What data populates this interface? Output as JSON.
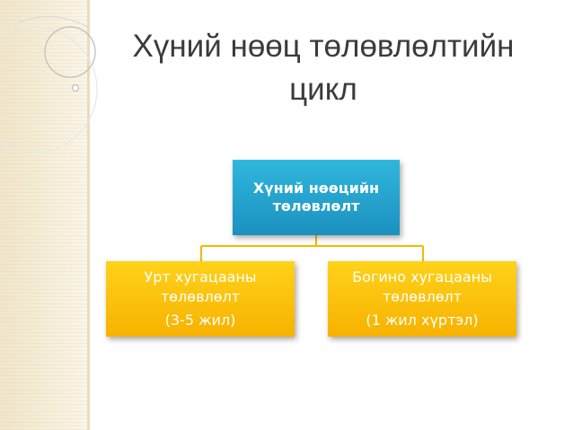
{
  "title": {
    "line1": "Хүний нөөц төлөвлөлтийн",
    "line2": "цикл"
  },
  "diagram": {
    "root": {
      "line1": "Хүний нөөцийн",
      "line2": "төлөвлөлт"
    },
    "children": [
      {
        "line1": "Урт хугацааны",
        "line2": "төлөвлөлт",
        "line3": "(3-5 жил)"
      },
      {
        "line1": "Богино хугацааны",
        "line2": "төлөвлөлт",
        "line3": "(1 жил хүртэл)"
      }
    ]
  },
  "colors": {
    "root_box": "#1c90bf",
    "child_box": "#f7b200",
    "connector": "#f5b800",
    "background_band": "#f3ead2"
  }
}
